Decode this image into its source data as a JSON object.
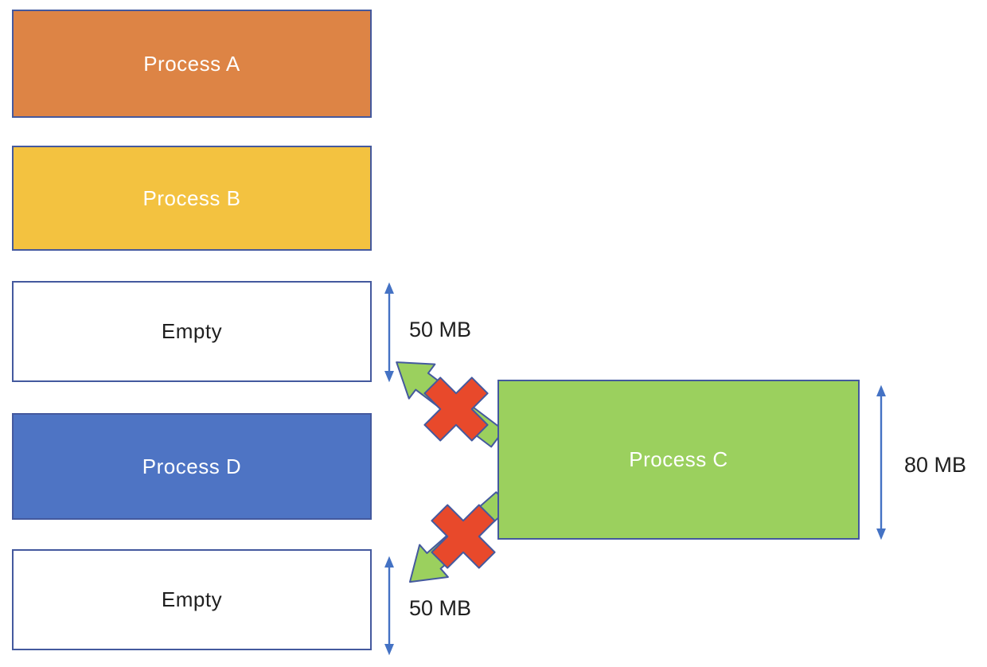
{
  "blocks": [
    {
      "label": "Process A",
      "fill": "#dd8445",
      "text_color": "#ffffff"
    },
    {
      "label": "Process B",
      "fill": "#f3c240",
      "text_color": "#ffffff"
    },
    {
      "label": "Empty",
      "fill": "#ffffff",
      "text_color": "#1f1f1f"
    },
    {
      "label": "Process D",
      "fill": "#4e74c4",
      "text_color": "#ffffff"
    },
    {
      "label": "Empty",
      "fill": "#ffffff",
      "text_color": "#1f1f1f"
    }
  ],
  "incoming_block": {
    "label": "Process C",
    "fill": "#9bd05e",
    "text_color": "#ffffff"
  },
  "size_labels": [
    {
      "text": "50 MB",
      "for": "empty-block-top"
    },
    {
      "text": "80 MB",
      "for": "process-c"
    },
    {
      "text": "50 MB",
      "for": "empty-block-bottom"
    }
  ],
  "icons": [
    {
      "name": "measure-double-arrow",
      "count": 3
    },
    {
      "name": "blocked-move-arrow",
      "count": 2
    },
    {
      "name": "cross-out-x",
      "count": 2
    }
  ],
  "colors": {
    "outline": "#44599e",
    "measure_arrow": "#4472c4",
    "blocked_arrow_fill": "#9bd05e",
    "cross_fill": "#e8492b",
    "background": "#ffffff"
  }
}
